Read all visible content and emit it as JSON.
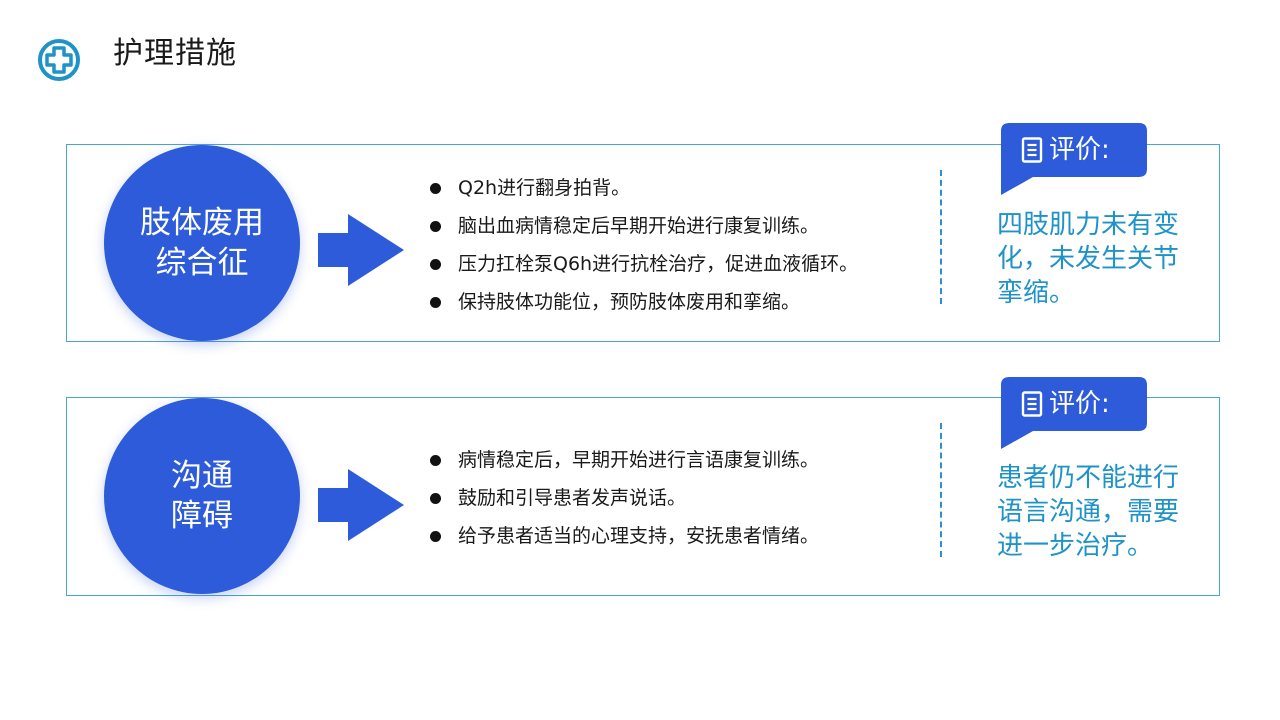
{
  "header": {
    "title": "护理措施",
    "logo_icon": "medical-cross-icon"
  },
  "colors": {
    "primary_blue": "#2d5bd9",
    "border_blue": "#4aa3d6",
    "eval_text": "#1f93c8"
  },
  "sections": [
    {
      "circle_line1": "肢体废用",
      "circle_line2": "综合征",
      "items": [
        "Q2h进行翻身拍背。",
        "脑出血病情稳定后早期开始进行康复训练。",
        "压力扛栓泵Q6h进行抗栓治疗，促进血液循环。",
        "保持肢体功能位，预防肢体废用和挛缩。"
      ],
      "eval_label": "评价:",
      "eval_icon": "document-icon",
      "eval_text": "四肢肌力未有变化，未发生关节挛缩。"
    },
    {
      "circle_line1": "沟通",
      "circle_line2": "障碍",
      "items": [
        "病情稳定后，早期开始进行言语康复训练。",
        "鼓励和引导患者发声说话。",
        "给予患者适当的心理支持，安抚患者情绪。"
      ],
      "eval_label": "评价:",
      "eval_icon": "document-icon",
      "eval_text": "患者仍不能进行语言沟通，需要进一步治疗。"
    }
  ]
}
